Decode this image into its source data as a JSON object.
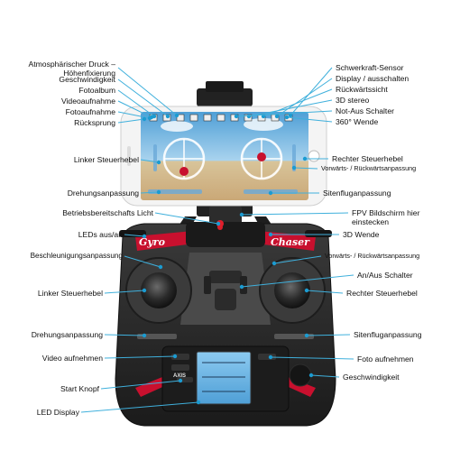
{
  "labels_left": {
    "pressure_hold": "Atmosphärischer Druck –Höhenfixierung",
    "speed": "Geschwindigkeit",
    "photo_album": "Fotoalbum",
    "video_record": "Videoaufnahme",
    "photo_capture": "Fotoaufnahme",
    "return": "Rücksprung",
    "left_stick_top": "Linker Steuerhebel",
    "rotation_trim_top": "Drehungsanpassung",
    "power_light": "Betriebsbereitschafts Licht",
    "leds": "LEDs aus/an",
    "accel_trim": "Beschleunigungsanpassung",
    "left_stick": "Linker Steuerhebel",
    "rotation_trim": "Drehungsanpassung",
    "video_record_btn": "Video aufnehmen",
    "start_button": "Start Knopf",
    "led_display": "LED Display"
  },
  "labels_right": {
    "gravity_sensor": "Schwerkraft-Sensor",
    "display_toggle": "Display / ausschalten",
    "rear_view": "Rückwärtssicht",
    "stereo": "3D stereo",
    "emergency_stop": "Not-Aus Schalter",
    "turn_360": "360° Wende",
    "right_stick_top": "Rechter Steuerhebel",
    "fwd_back_trim_top": "Vorwärts- / Rückwärtsanpassung",
    "side_trim_top": "Sitenfluganpassung",
    "fpv_mount": "FPV Bildschirm hier einstecken",
    "turn_3d": "3D Wende",
    "fwd_back_trim": "Vorwärts- / Rückwärtsanpassung",
    "power_switch": "An/Aus Schalter",
    "right_stick": "Rechter Steuerhebel",
    "side_trim": "Sitenfluganpassung",
    "photo_btn": "Foto aufnehmen",
    "speed_btn": "Geschwindigkeit"
  },
  "device": {
    "brand_left": "Gyro",
    "brand_right": "Chaser",
    "logo": "AXIS"
  },
  "colors": {
    "leader": "#3fb0dc",
    "dot": "#1b9bd1",
    "body": "#2a2a2a",
    "accent_red": "#c8102e",
    "screen_sky": "#5aa6d6",
    "lcd": "#6fb8e8"
  }
}
